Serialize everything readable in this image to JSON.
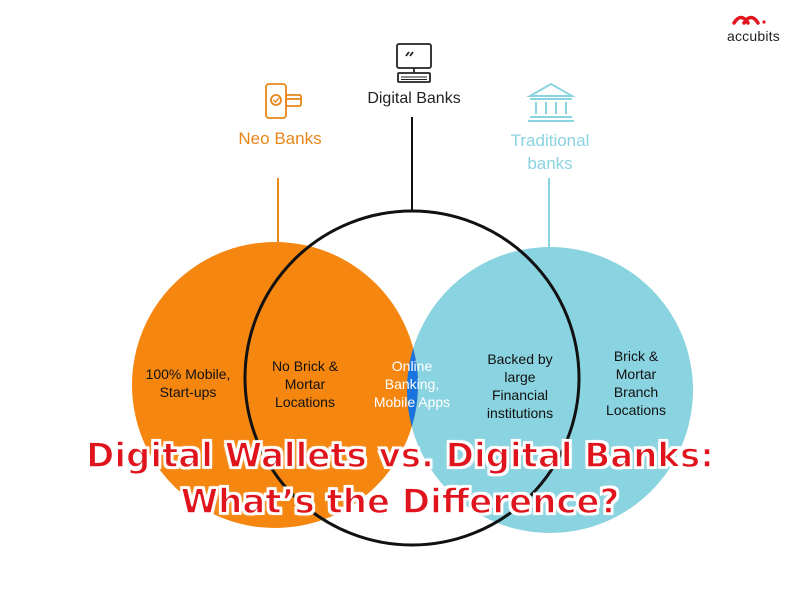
{
  "logo": {
    "text": "accubits",
    "color": "#e0141c"
  },
  "labels": {
    "digital_banks": "Digital Banks",
    "neo_banks": "Neo Banks",
    "traditional_banks_line1": "Traditional",
    "traditional_banks_line2": "banks"
  },
  "regions": {
    "neo_only": [
      "100% Mobile,",
      "Start-ups"
    ],
    "neo_digital": [
      "No Brick &",
      "Mortar",
      "Locations"
    ],
    "center": [
      "Online",
      "Banking,",
      "Mobile Apps"
    ],
    "digital_traditional": [
      "Backed by",
      "large",
      "Financial",
      "institutions"
    ],
    "traditional_only": [
      "Brick &",
      "Mortar",
      "Branch",
      "Locations"
    ]
  },
  "title": {
    "line1": "Digital Wallets vs. Digital Banks:",
    "line2": "What’s the Difference?"
  },
  "colors": {
    "neo": "#f5860f",
    "traditional": "#8ad3e0",
    "center": "#1a74e0",
    "digital_outline": "#111111",
    "neo_label": "#e8861a",
    "traditional_label": "#8ad3e0",
    "title": "#e0141c"
  },
  "icons": {
    "digital_banks": "monitor-icon",
    "neo_banks": "mobile-payment-icon",
    "traditional_banks": "bank-building-icon",
    "logo": "accubits-logo-icon"
  }
}
